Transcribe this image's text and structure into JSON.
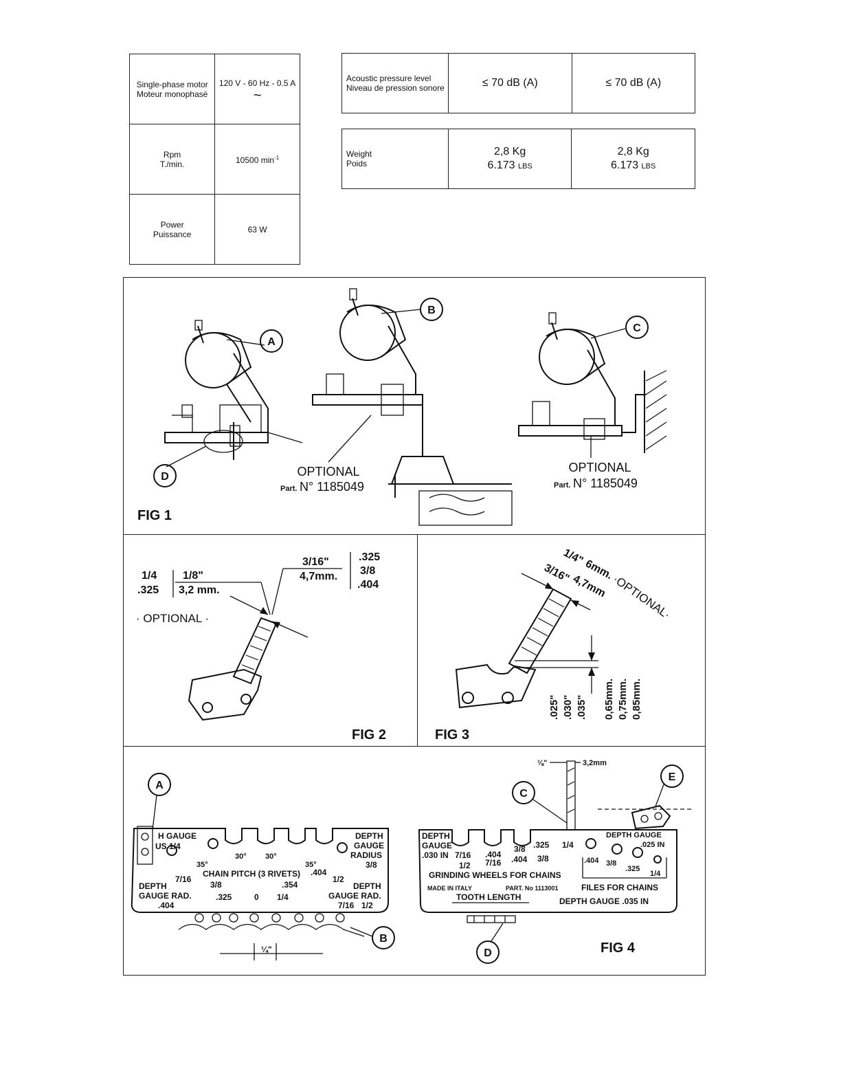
{
  "specs_left": [
    {
      "label1": "Single-phase motor",
      "label2": "Moteur monophasé",
      "value1": "120 V - 60 Hz - 0.5 A",
      "value2": "~"
    },
    {
      "label1": "Rpm",
      "label2": "T./min.",
      "value1": "10500 min",
      "value_sup": "-1"
    },
    {
      "label1": "Power",
      "label2": "Puissance",
      "value1": "63 W"
    }
  ],
  "specs_acoustic": {
    "label1": "Acoustic pressure level",
    "label2": "Niveau de pression sonore",
    "value_a": "≤ 70 dB (A)",
    "value_b": "≤ 70 dB (A)"
  },
  "specs_weight": {
    "label1": "Weight",
    "label2": "Poids",
    "kg_a": "2,8 Kg",
    "lbs_a": "6.173",
    "lbs_unit": "LBS",
    "kg_b": "2,8 Kg",
    "lbs_b": "6.173"
  },
  "fig1": {
    "caption": "FIG  1",
    "callouts": [
      "A",
      "B",
      "C",
      "D"
    ],
    "optional_label": "OPTIONAL",
    "part_prefix": "Part.",
    "part_no": "N° 1185049"
  },
  "fig2": {
    "caption": "FIG  2",
    "left_top": "1/4",
    "left_bottom": ".325",
    "mid_top": "1/8\"",
    "mid_bottom": "3,2 mm.",
    "optional": "· OPTIONAL ·",
    "right_top": "3/16\"",
    "right_bottom": "4,7mm.",
    "pitches": [
      ".325",
      "3/8",
      ".404"
    ]
  },
  "fig3": {
    "caption": "FIG  3",
    "top_a": "1/4\"",
    "top_b": "6mm.",
    "optional": "·OPTIONAL·",
    "size_a": "3/16\"",
    "size_b": "4,7mm",
    "inch_vals": [
      ".025\"",
      ".030\"",
      ".035\""
    ],
    "mm_vals": [
      "0,65mm.",
      "0,75mm.",
      "0,85mm."
    ]
  },
  "fig4": {
    "caption": "FIG  4",
    "callouts": [
      "A",
      "B",
      "C",
      "D",
      "E"
    ],
    "left_gauge": {
      "depth_gauge_top": "H GAUGE",
      "us": "US 1/4",
      "depth_gauge_radius": [
        "DEPTH",
        "GAUGE",
        "RADIUS",
        "3/8"
      ],
      "angles": [
        "35°",
        "30°",
        "30°",
        "35°"
      ],
      "chain_pitch": "CHAIN PITCH (3 RIVETS)",
      "left_sizes": [
        "7/16",
        "3/8",
        ".325"
      ],
      "mid_sizes": [
        ".354",
        "1/4"
      ],
      "right_sizes": [
        ".404",
        "1/2",
        "7/16",
        "1/2"
      ],
      "depth_gauge_rad_left": [
        "DEPTH",
        "GAUGE RAD.",
        ".404"
      ],
      "depth_gauge_rad_right": [
        "DEPTH",
        "GAUGE RAD."
      ],
      "zero": "0",
      "quarter": "¼\""
    },
    "right_gauge": {
      "top_frac": "⅛\"",
      "top_mm": "3,2mm",
      "depth_gauge": [
        "DEPTH",
        "GAUGE",
        ".030 IN"
      ],
      "sizes_row1": [
        "7/16",
        ".404",
        "3/8",
        ".325",
        "1/4"
      ],
      "sizes_row2": [
        "1/2",
        "7/16",
        ".404",
        "3/8"
      ],
      "grinding": "GRINDING   WHEELS  FOR CHAINS",
      "made": "MADE  IN  ITALY",
      "part": "PART. No  1113001",
      "files": "FILES  FOR  CHAINS",
      "tooth": "TOOTH LENGTH",
      "depth_gauge_025": [
        "DEPTH GAUGE",
        ".025 IN"
      ],
      "file_sizes": [
        ".404",
        "3/8",
        ".325",
        "1/4"
      ],
      "depth_gauge_035": "DEPTH GAUGE .035 IN"
    }
  }
}
